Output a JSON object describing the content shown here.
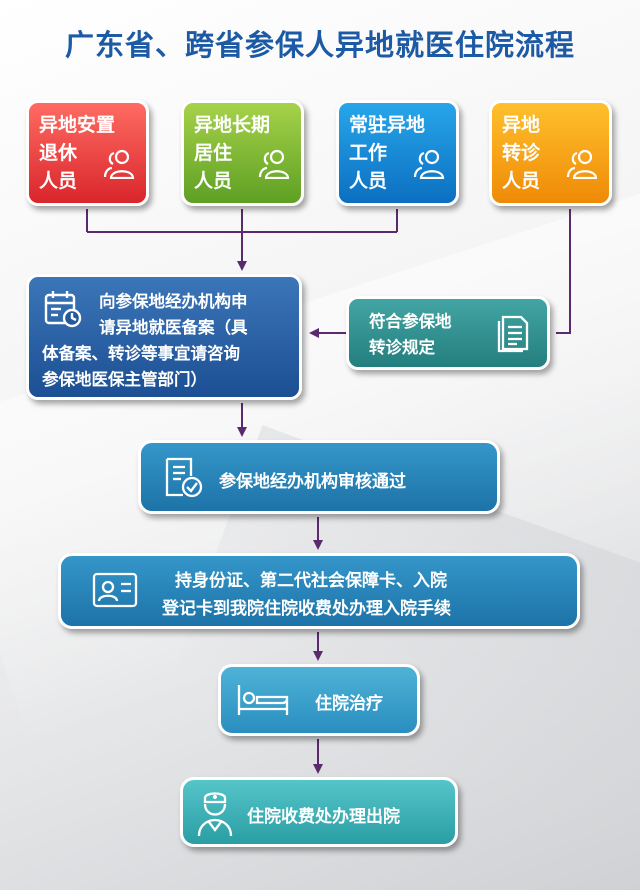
{
  "title": "广东省、跨省参保人异地就医住院流程",
  "categories": [
    {
      "lines": [
        "异地安置",
        "退休",
        "人员"
      ],
      "color": "#e83a3a",
      "icon": "people-icon"
    },
    {
      "lines": [
        "异地长期",
        "居住",
        "人员"
      ],
      "color": "#7fbd35",
      "icon": "people-icon"
    },
    {
      "lines": [
        "常驻异地",
        "工作",
        "人员"
      ],
      "color": "#1a8fd8",
      "icon": "people-icon"
    },
    {
      "lines": [
        "异地",
        "转诊",
        "人员"
      ],
      "color": "#f7a51a",
      "icon": "people-icon"
    }
  ],
  "apply": {
    "lines": [
      "向参保地经办机构申",
      "请异地就医备案（具",
      "体备案、转诊等事宜请咨询",
      "参保地医保主管部门）"
    ],
    "icon": "calendar-clock-icon"
  },
  "rule": {
    "lines": [
      "符合参保地",
      "转诊规定"
    ],
    "icon": "document-icon"
  },
  "steps": {
    "review": {
      "text": "参保地经办机构审核通过",
      "icon": "checklist-icon"
    },
    "documents": {
      "lines": [
        "持身份证、第二代社会保障卡、入院",
        "登记卡到我院住院收费处办理入院手续"
      ],
      "icon": "id-card-icon"
    },
    "treatment": {
      "text": "住院治疗",
      "icon": "bed-icon"
    },
    "discharge": {
      "text": "住院收费处办理出院",
      "icon": "nurse-icon"
    }
  },
  "colors": {
    "title": "#1d5aa5",
    "connector": "#5b2a6e"
  }
}
